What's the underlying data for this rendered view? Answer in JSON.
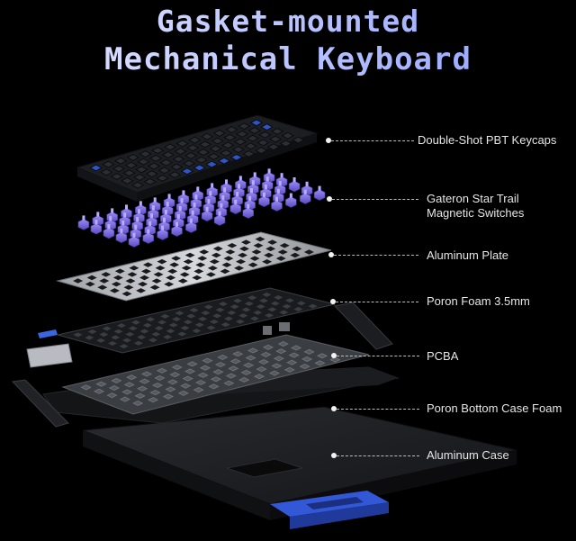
{
  "title": {
    "line1": "Gasket-mounted",
    "line2": "Mechanical Keyboard",
    "gradient_start": "#e6e8ff",
    "gradient_end": "#8ea0ff"
  },
  "labels": {
    "keycaps": "Double-Shot PBT Keycaps",
    "switches_line1": "Gateron Star Trail",
    "switches_line2": "Magnetic Switches",
    "plate": "Aluminum Plate",
    "foam": "Poron Foam 3.5mm",
    "pcba": "PCBA",
    "bottom_foam": "Poron Bottom Case Foam",
    "case": "Aluminum Case"
  },
  "colors": {
    "background": "#000000",
    "keycap_dark": "#2a2d33",
    "keycap_accent": "#2f54c8",
    "switch_purple": "#7a6be0",
    "plate_silver": "#c9ccd1",
    "foam_dark": "#16181b",
    "pcb_gray": "#3c3f44",
    "case_gray": "#1e1f22"
  }
}
